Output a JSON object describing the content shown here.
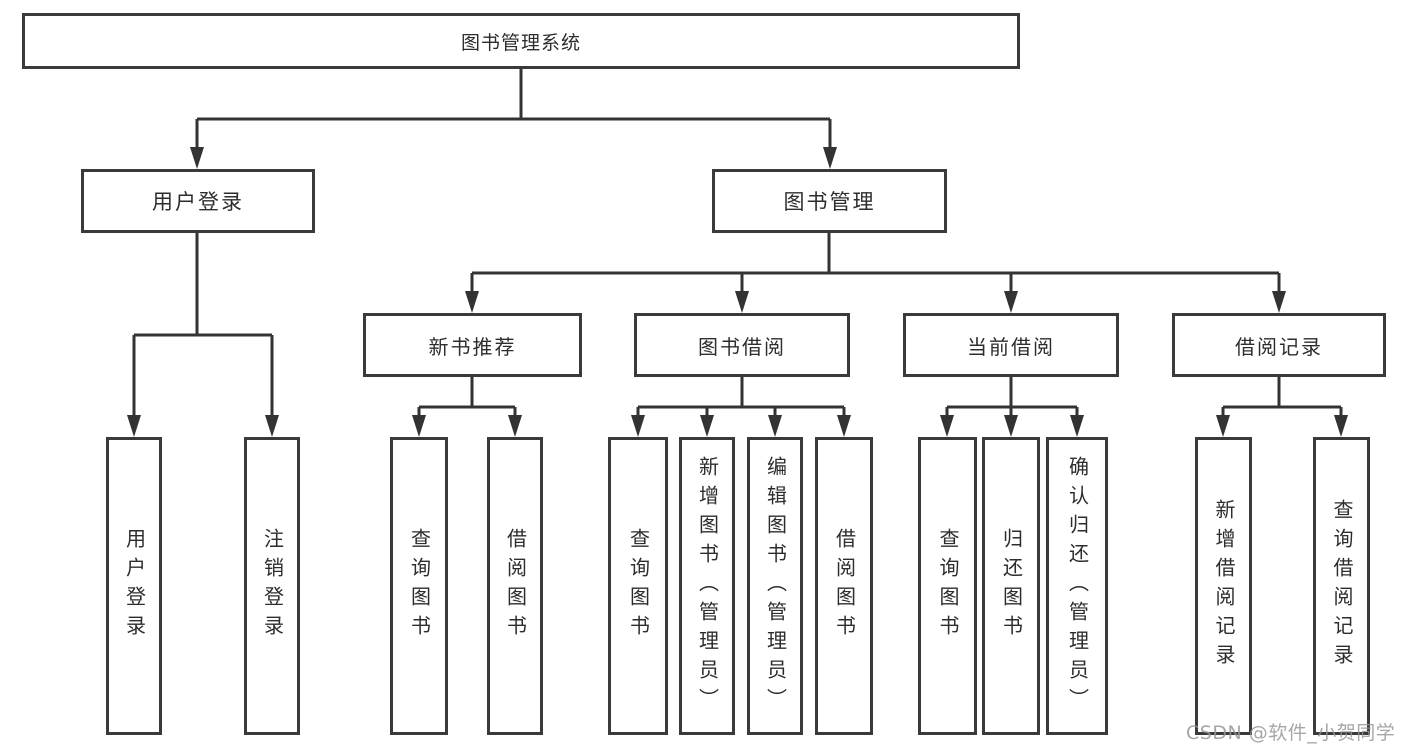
{
  "diagram": {
    "root": {
      "label": "图书管理系统",
      "children": [
        {
          "label": "用户登录",
          "children": [
            {
              "label": "用户登录"
            },
            {
              "label": "注销登录"
            }
          ]
        },
        {
          "label": "图书管理",
          "children": [
            {
              "label": "新书推荐",
              "children": [
                {
                  "label": "查询图书"
                },
                {
                  "label": "借阅图书"
                }
              ]
            },
            {
              "label": "图书借阅",
              "children": [
                {
                  "label": "查询图书"
                },
                {
                  "label": "新增图书（管理员）"
                },
                {
                  "label": "编辑图书（管理员）"
                },
                {
                  "label": "借阅图书"
                }
              ]
            },
            {
              "label": "当前借阅",
              "children": [
                {
                  "label": "查询图书"
                },
                {
                  "label": "归还图书"
                },
                {
                  "label": "确认归还（管理员）"
                }
              ]
            },
            {
              "label": "借阅记录",
              "children": [
                {
                  "label": "新增借阅记录"
                },
                {
                  "label": "查询借阅记录"
                }
              ]
            }
          ]
        }
      ]
    },
    "watermark": "CSDN @软件_小贺同学",
    "colors": {
      "line": "#333333",
      "border": "#3a3a3a",
      "text": "#2d2d2d",
      "watermark": "#969696"
    }
  }
}
